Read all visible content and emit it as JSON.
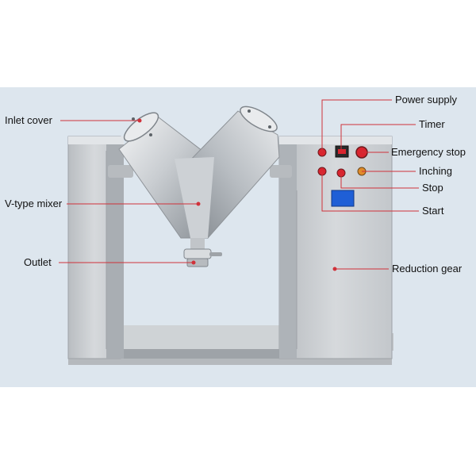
{
  "labels": {
    "inlet_cover": "Inlet cover",
    "v_type_mixer": "V-type mixer",
    "outlet": "Outlet",
    "power_supply": "Power supply",
    "timer": "Timer",
    "emergency_stop": "Emergency stop",
    "inching": "Inching",
    "stop": "Stop",
    "start": "Start",
    "reduction_gear": "Reduction gear"
  },
  "colors": {
    "background_band": "#dde6ee",
    "steel_light": "#e6e8ea",
    "steel_mid": "#c4c8cc",
    "steel_dark": "#8e9398",
    "leader_line": "#d0313a",
    "button_red": "#d9252f",
    "display_blue": "#1f5fd6",
    "label_text": "#111111"
  }
}
